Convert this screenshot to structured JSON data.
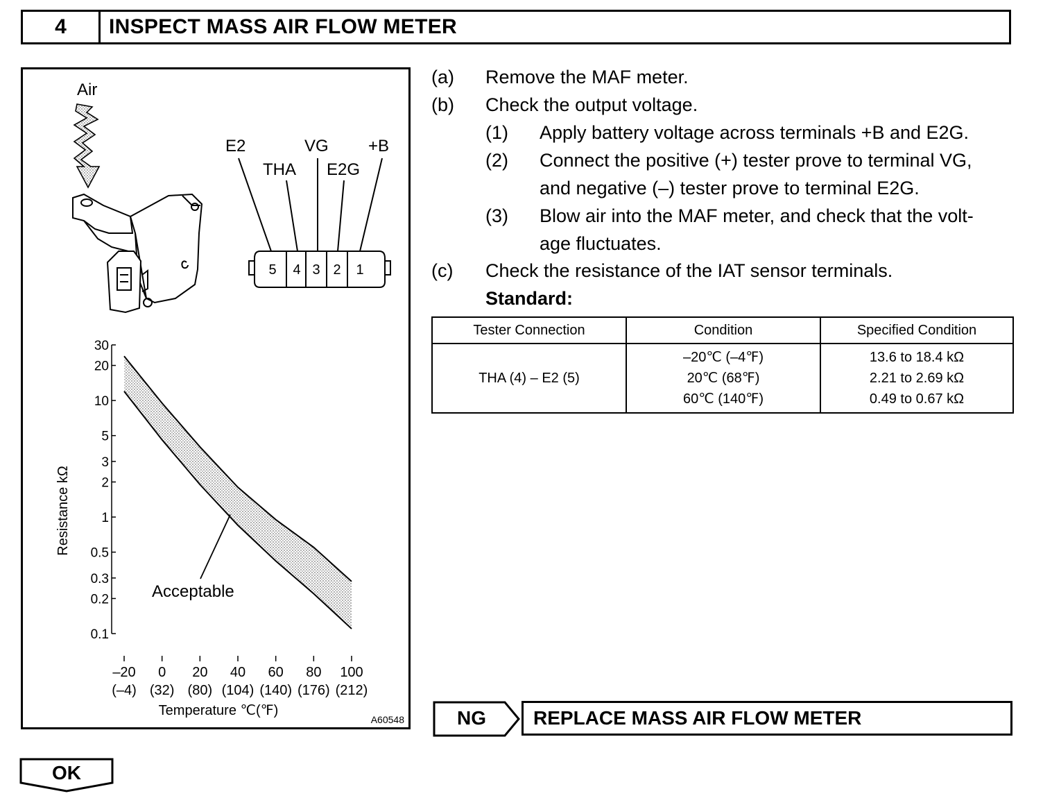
{
  "header": {
    "step_number": "4",
    "title": "INSPECT MASS AIR FLOW METER"
  },
  "figure": {
    "air_label": "Air",
    "terminal_names": {
      "e2": "E2",
      "tha": "THA",
      "vg": "VG",
      "e2g": "E2G",
      "plus_b": "+B"
    },
    "pin_numbers": [
      "5",
      "4",
      "3",
      "2",
      "1"
    ],
    "figure_code": "A60548"
  },
  "chart_data": {
    "type": "area",
    "ylabel": "Resistance kΩ",
    "xlabel": "Temperature ℃(℉)",
    "y_scale": "log",
    "ylim": [
      0.1,
      30
    ],
    "xlim": [
      -20,
      100
    ],
    "y_ticks": [
      "30",
      "20",
      "10",
      "5",
      "3",
      "2",
      "1",
      "0.5",
      "0.3",
      "0.2",
      "0.1"
    ],
    "x_ticks_c": [
      "–20",
      "0",
      "20",
      "40",
      "60",
      "80",
      "100"
    ],
    "x_ticks_f": [
      "(–4)",
      "(32)",
      "(80)",
      "(104)",
      "(140)",
      "(176)",
      "(212)"
    ],
    "annotation": "Acceptable",
    "series": [
      {
        "x": [
          -20,
          0,
          20,
          40,
          60,
          80,
          100
        ],
        "values": [
          24,
          9.5,
          4.0,
          1.8,
          0.95,
          0.55,
          0.28
        ]
      },
      {
        "x": [
          -20,
          0,
          20,
          40,
          60,
          80,
          100
        ],
        "values": [
          12,
          4.6,
          1.9,
          0.85,
          0.42,
          0.22,
          0.11
        ]
      }
    ],
    "grid": false
  },
  "steps": [
    {
      "label": "(a)",
      "text": "Remove the MAF meter."
    },
    {
      "label": "(b)",
      "text": "Check the output voltage."
    },
    {
      "label": "(1)",
      "text": "Apply battery voltage across terminals +B and E2G."
    },
    {
      "label": "(2)",
      "text": "Connect the positive (+) tester prove to terminal VG,",
      "text2": "and negative (–) tester prove to terminal E2G."
    },
    {
      "label": "(3)",
      "text": "Blow air into the MAF meter, and check that the volt-",
      "text2": "age fluctuates."
    },
    {
      "label": "(c)",
      "text": "Check the resistance of the IAT sensor terminals."
    }
  ],
  "standard_label": "Standard:",
  "table": {
    "headers": [
      "Tester Connection",
      "Condition",
      "Specified Condition"
    ],
    "tester_connection": "THA (4) – E2 (5)",
    "conditions": [
      "–20℃ (–4℉)",
      "20℃ (68℉)",
      "60℃ (140℉)"
    ],
    "specified": [
      "13.6 to 18.4 kΩ",
      "2.21 to 2.69 kΩ",
      "0.49 to 0.67 kΩ"
    ]
  },
  "ng": {
    "label": "NG",
    "action": "REPLACE MASS AIR FLOW METER"
  },
  "ok": {
    "label": "OK"
  }
}
